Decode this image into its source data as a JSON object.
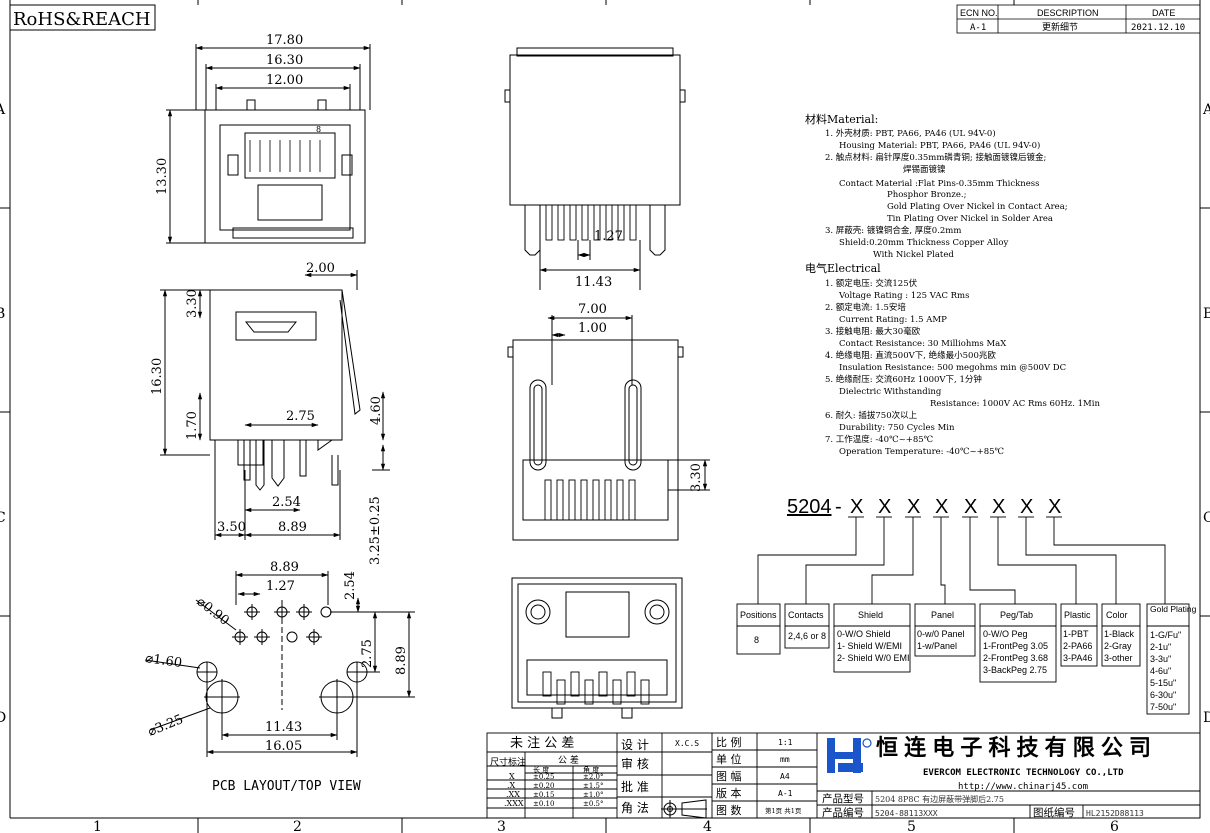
{
  "badge": "RoHS&REACH",
  "revision": {
    "headers": [
      "ECN NO.",
      "DESCRIPTION",
      "DATE"
    ],
    "row": [
      "A-1",
      "更新细节",
      "2021.12.10"
    ]
  },
  "zones": {
    "columns": [
      "1",
      "2",
      "3",
      "4",
      "5",
      "6"
    ],
    "rows": [
      "A",
      "B",
      "C",
      "D"
    ]
  },
  "front_view": {
    "d_17_80": "17.80",
    "d_16_30": "16.30",
    "d_12_00": "12.00",
    "d_13_30": "13.30",
    "pin8": "8"
  },
  "side_view": {
    "d_2_00": "2.00",
    "d_3_30": "3.30",
    "d_16_30": "16.30",
    "d_1_70": "1.70",
    "d_2_75": "2.75",
    "d_4_60": "4.60",
    "d_2_54": "2.54",
    "d_3_50": "3.50",
    "d_8_89": "8.89",
    "d_3_25": "3.25±0.25"
  },
  "pcb_layout": {
    "d_8_89": "8.89",
    "d_1_27": "1.27",
    "d_2_54": "2.54",
    "d_0_90": "⌀0.90",
    "d_1_60": "⌀1.60",
    "d_3_25": "⌀3.25",
    "d_2_75": "2.75",
    "d_8_89b": "8.89",
    "d_11_43": "11.43",
    "d_16_05": "16.05",
    "caption": "PCB LAYOUT/TOP VIEW"
  },
  "top_view": {
    "d_1_27": "1.27",
    "d_11_43": "11.43"
  },
  "rear_view": {
    "d_7_00": "7.00",
    "d_1_00": "1.00",
    "d_3_30": "3.30"
  },
  "spec": {
    "material_title": "材料Material:",
    "m1": "1. 外壳材质: PBT, PA66, PA46 (UL 94V-0)",
    "m1e": "Housing Material: PBT, PA66, PA46 (UL 94V-0)",
    "m2": "2. 触点材料: 扁针厚度0.35mm磷青铜; 接触面镀镍后镀金;",
    "m2b": "焊锡面镀镍",
    "m2e1": "Contact Material :Flat Pins-0.35mm Thickness",
    "m2e2": "Phosphor Bronze.;",
    "m2e3": "Gold Plating Over Nickel in Contact Area;",
    "m2e4": "Tin Plating Over Nickel in Solder Area",
    "m3": "3. 屏蔽壳: 镀镍铜合金, 厚度0.2mm",
    "m3e1": "Shield:0.20mm Thickness Copper Alloy",
    "m3e2": "With Nickel Plated",
    "electrical_title": "电气Electrical",
    "e1": "1. 额定电压: 交流125伏",
    "e1e": "Voltage Rating : 125 VAC Rms",
    "e2": "2. 额定电流: 1.5安培",
    "e2e": "Current Rating: 1.5 AMP",
    "e3": "3. 接触电阻: 最大30毫欧",
    "e3e": "Contact Resistance: 30 Milliohms MaX",
    "e4": "4. 绝缘电阻: 直流500V下, 绝缘最小500兆欧",
    "e4e": "Insulation Resistance: 500 megohms min @500V DC",
    "e5": "5. 绝缘耐压: 交流60Hz 1000V下, 1分钟",
    "e5e1": "Dielectric Withstanding",
    "e5e2": "Resistance: 1000V AC Rms 60Hz. 1Min",
    "e6": "6. 耐久: 插拔750次以上",
    "e6e": "Durability: 750 Cycles Min",
    "e7": "7. 工作温度: -40℃~+85℃",
    "e7e": "Operation Temperature: -40℃~+85℃"
  },
  "part_code": {
    "base": "5204",
    "sep": "-",
    "slots": [
      "X",
      "X",
      "X",
      "X",
      "X",
      "X",
      "X",
      "X"
    ]
  },
  "options": {
    "positions": {
      "label": "Positions",
      "values": [
        "8"
      ]
    },
    "contacts": {
      "label": "Contacts",
      "values": [
        "2,4,6 or 8"
      ]
    },
    "shield": {
      "label": "Shield",
      "values": [
        "0-W/O Shield",
        "1- Shield W/EMI",
        "2- Shield W/0 EMI"
      ]
    },
    "panel": {
      "label": "Panel",
      "values": [
        "0-w/0 Panel",
        "1-w/Panel"
      ]
    },
    "peg": {
      "label": "Peg/Tab",
      "values": [
        "0-W/O  Peg",
        "1-FrontPeg 3.05",
        "2-FrontPeg 3.68",
        "3-BackPeg 2.75"
      ]
    },
    "plastic": {
      "label": "Plastic",
      "values": [
        "1-PBT",
        "2-PA66",
        "3-PA46"
      ]
    },
    "color": {
      "label": "Color",
      "values": [
        "1-Black",
        "2-Gray",
        "3-other"
      ]
    },
    "gold": {
      "label": "Gold Plating",
      "values": [
        "1-G/Fu\"",
        "2-1u\"",
        "3-3u\"",
        "4-6u\"",
        "5-15u\"",
        "6-30u\"",
        "7-50u\""
      ]
    }
  },
  "tolerance": {
    "title": "未 注 公 差",
    "rowlabel": "尺寸标注",
    "subhead": "公    差",
    "col_len": "长  度",
    "col_ang": "角  度",
    "rows": [
      [
        "X",
        "±0.25",
        "±2.0°"
      ],
      [
        ".X",
        "±0.20",
        "±1.5°"
      ],
      [
        ".XX",
        "±0.15",
        "±1.0°"
      ],
      [
        ".XXX",
        "±0.10",
        "±0.5°"
      ]
    ]
  },
  "approvals": {
    "design": "设  计",
    "design_val": "X.C.S",
    "check": "审  核",
    "approve": "批  准",
    "angle": "角  法"
  },
  "props": {
    "scale_l": "比  例",
    "scale_v": "1:1",
    "unit_l": "单  位",
    "unit_v": "mm",
    "size_l": "图  幅",
    "size_v": "A4",
    "ver_l": "版  本",
    "ver_v": "A-1",
    "count_l": "图  数",
    "count_v": "第1页 共1页"
  },
  "company": {
    "name_cn": "恒 连 电 子 科 技 有 限 公 司",
    "name_en": "EVERCOM ELECTRONIC TECHNOLOGY CO.,LTD",
    "url": "http://www.chinarj45.com",
    "model_l": "产品型号",
    "model_v": "5204 8P8C 有边屏蔽带弹脚后2.75",
    "code_l": "产品编号",
    "code_v": "5204-88113XXX",
    "dwg_l": "图纸编号",
    "dwg_v": "HL2152D88113"
  }
}
